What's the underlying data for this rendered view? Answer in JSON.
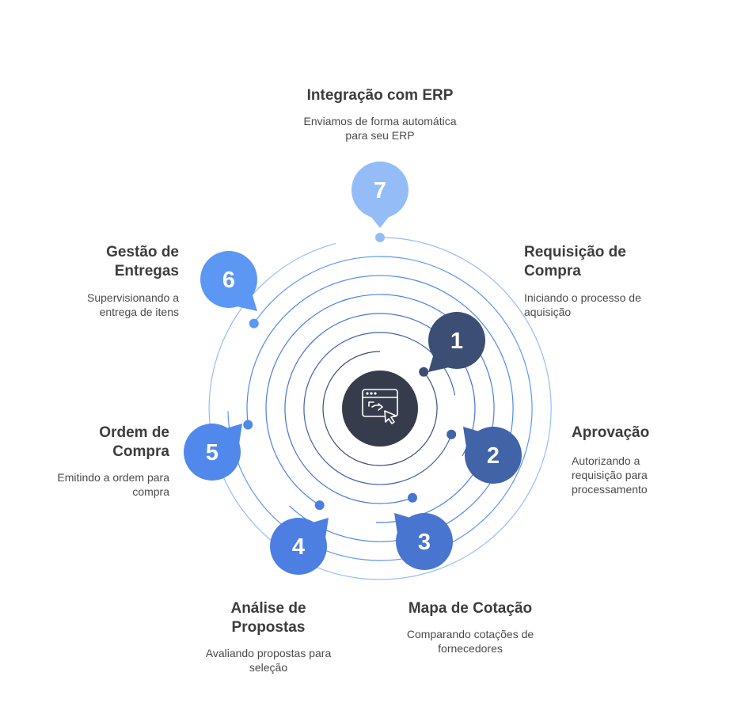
{
  "diagram": {
    "center_icon": "browser-cursor-icon",
    "steps": [
      {
        "number": "1",
        "title": [
          "Requisição de",
          "Compra"
        ],
        "description": [
          "Iniciando o processo de",
          "aquisição"
        ],
        "color": "#3d4e75"
      },
      {
        "number": "2",
        "title": [
          "Aprovação"
        ],
        "description": [
          "Autorizando a",
          "requisição para",
          "processamento"
        ],
        "color": "#4163a8"
      },
      {
        "number": "3",
        "title": [
          "Mapa de Cotação"
        ],
        "description": [
          "Comparando cotações de",
          "fornecedores"
        ],
        "color": "#4875d0"
      },
      {
        "number": "4",
        "title": [
          "Análise de",
          "Propostas"
        ],
        "description": [
          "Avaliando propostas para",
          "seleção"
        ],
        "color": "#4d7fe2"
      },
      {
        "number": "5",
        "title": [
          "Ordem de",
          "Compra"
        ],
        "description": [
          "Emitindo a ordem para",
          "compra"
        ],
        "color": "#5088ec"
      },
      {
        "number": "6",
        "title": [
          "Gestão de",
          "Entregas"
        ],
        "description": [
          "Supervisionando a",
          "entrega de itens"
        ],
        "color": "#5d97f4"
      },
      {
        "number": "7",
        "title": [
          "Integração com ERP"
        ],
        "description": [
          "Enviamos de forma automática",
          "para seu ERP"
        ],
        "color": "#94bdf8"
      }
    ]
  }
}
